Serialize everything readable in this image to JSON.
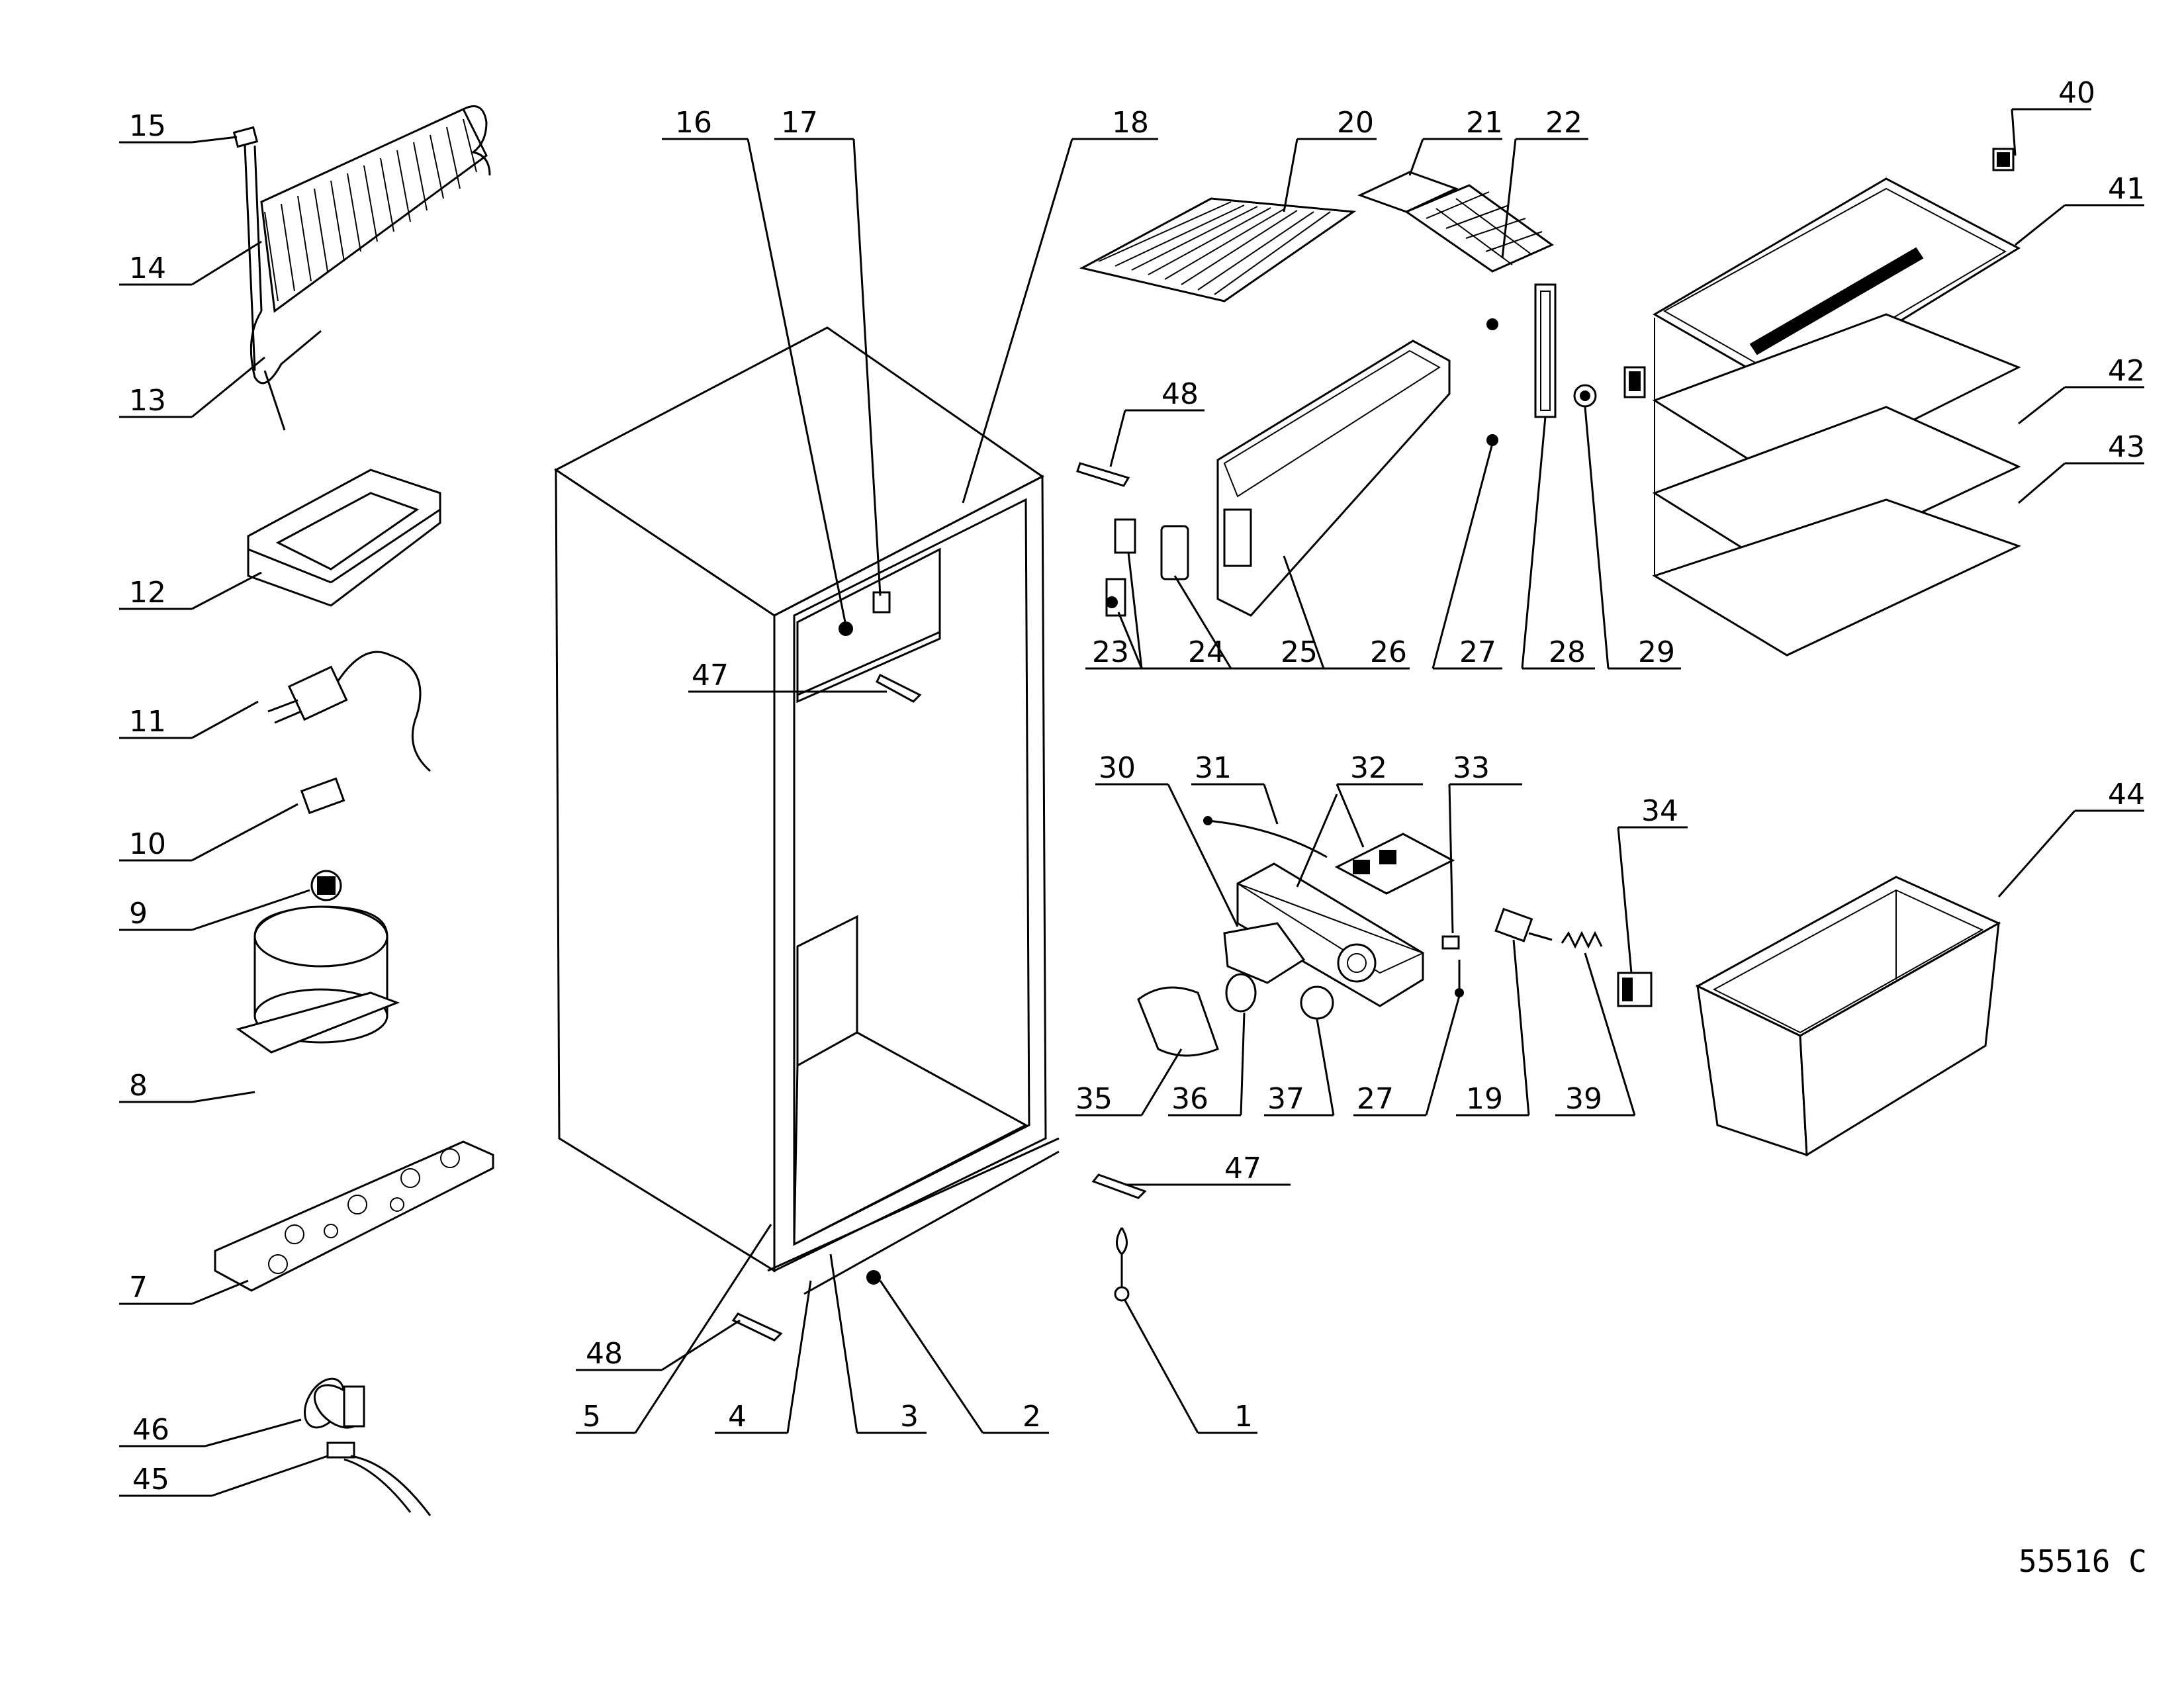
{
  "diagram": {
    "drawing_code": "55516 C",
    "labels": [
      "15",
      "14",
      "13",
      "12",
      "11",
      "10",
      "9",
      "8",
      "7",
      "46",
      "45",
      "16",
      "17",
      "18",
      "47",
      "48",
      "5",
      "4",
      "3",
      "2",
      "1",
      "20",
      "21",
      "22",
      "40",
      "41",
      "42",
      "43",
      "48",
      "23",
      "24",
      "25",
      "26",
      "27",
      "28",
      "29",
      "30",
      "31",
      "32",
      "33",
      "34",
      "44",
      "35",
      "36",
      "37",
      "27",
      "19",
      "39",
      "47"
    ]
  }
}
